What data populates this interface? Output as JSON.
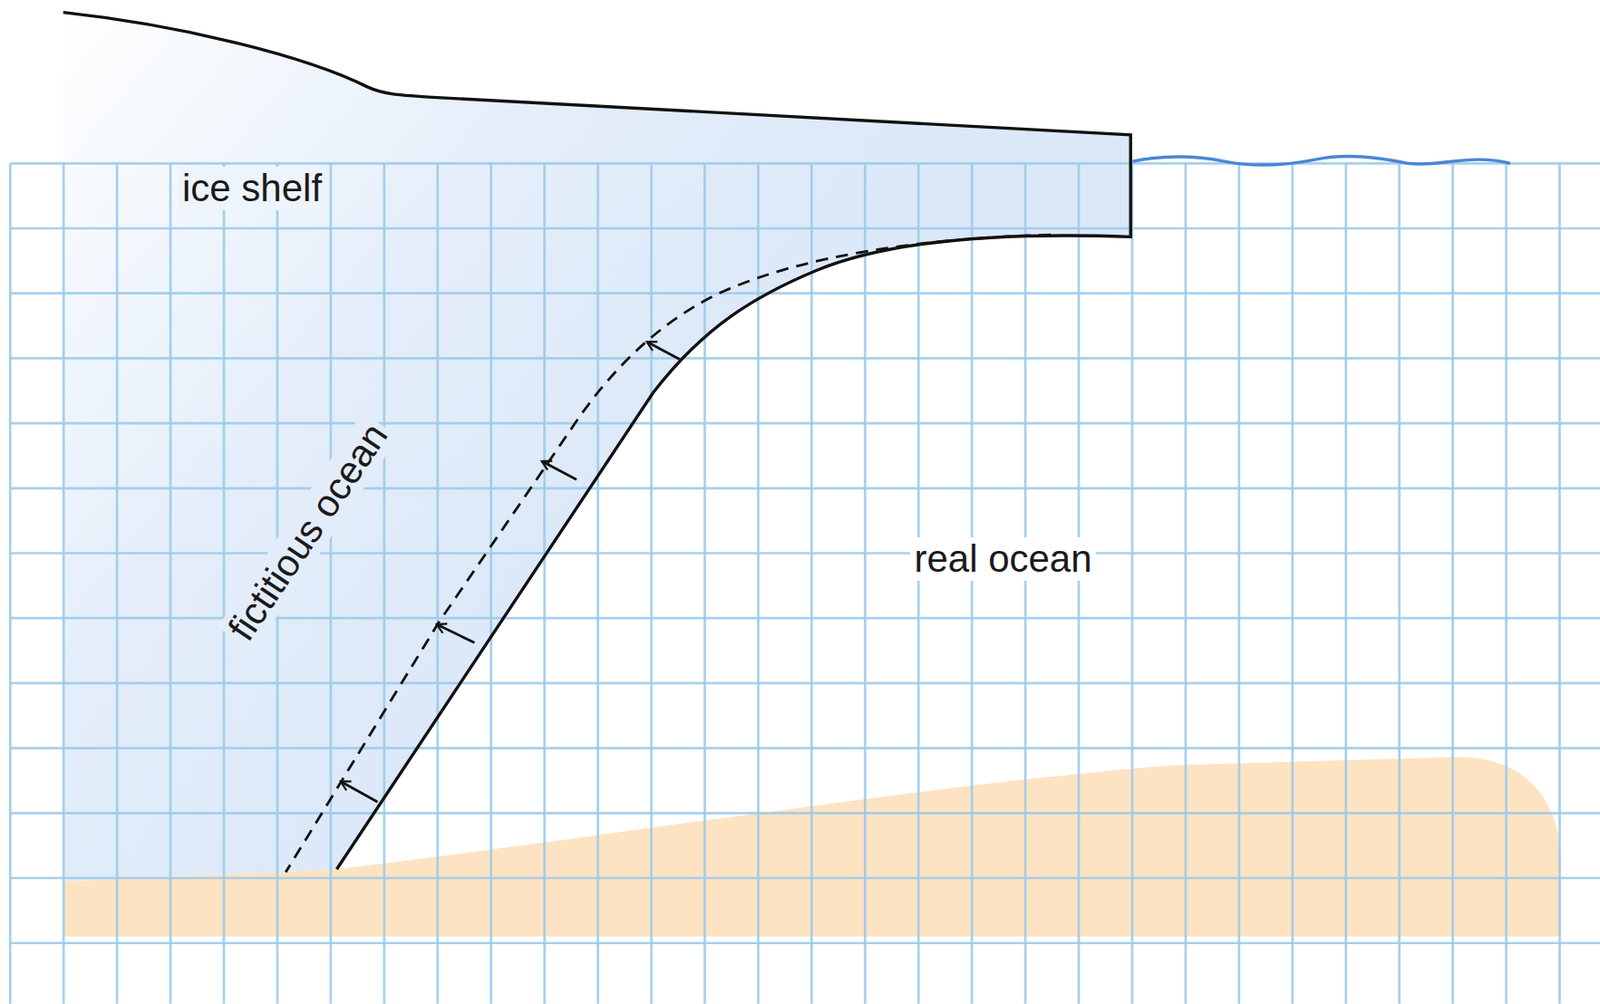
{
  "diagram": {
    "labels": [
      "ice shelf",
      "fictitious ocean",
      "real ocean"
    ]
  }
}
